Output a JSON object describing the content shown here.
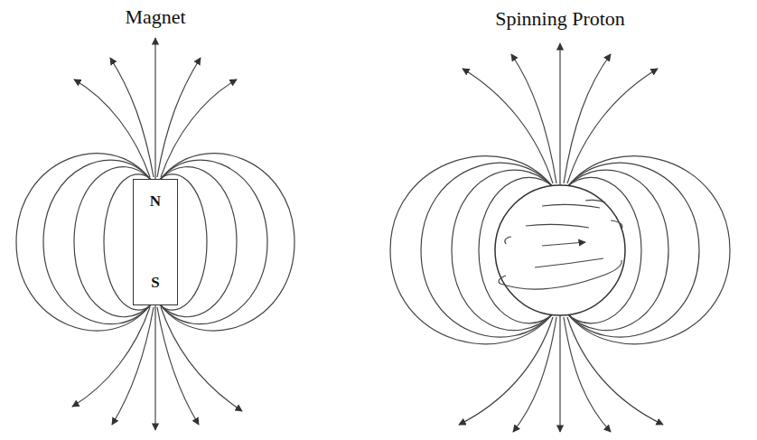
{
  "diagram": {
    "nodes": [
      {
        "text": [
          "N",
          "S"
        ]
      }
    ],
    "labels": [
      "Magnet",
      "Spinning Proton"
    ]
  }
}
